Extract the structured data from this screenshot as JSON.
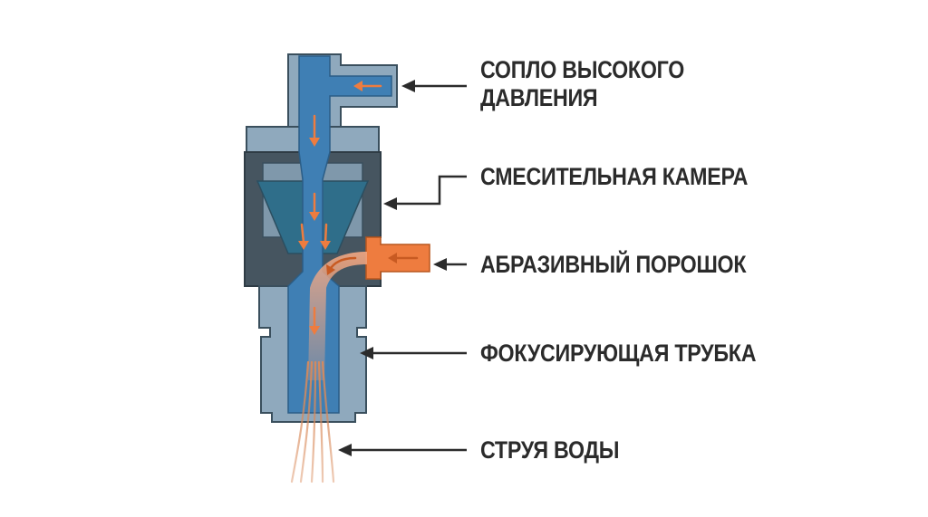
{
  "labels": {
    "high_pressure_nozzle": {
      "line1": "СОПЛО ВЫСОКОГО",
      "line2": "ДАВЛЕНИЯ"
    },
    "mixing_chamber": "СМЕСИТЕЛЬНАЯ КАМЕРА",
    "abrasive_powder": "АБРАЗИВНЫЙ ПОРОШОК",
    "focusing_tube": "ФОКУСИРУЮЩАЯ ТРУБКА",
    "water_jet": "СТРУЯ ВОДЫ"
  },
  "colors": {
    "label_text": "#2b2b2b",
    "leader_line": "#2b2b2b",
    "body_light": "#8fa9bd",
    "body_dark": "#465560",
    "body_outline": "#3a4f5d",
    "water_channel": "#3f7fb4",
    "abrasive": "#ee7c3f",
    "flow_arrow": "#ee7c3f"
  }
}
